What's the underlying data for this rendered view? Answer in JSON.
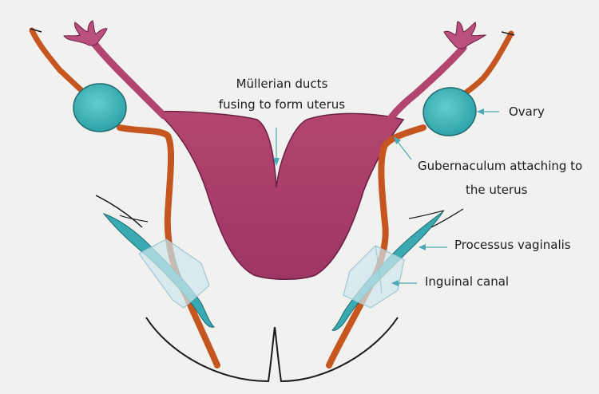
{
  "labels": {
    "mullerian_line1": "Müllerian ducts",
    "mullerian_line2": "fusing to form uterus",
    "ovary": "Ovary",
    "gubernaculum_line1": "Gubernaculum attaching to",
    "gubernaculum_line2": "the uterus",
    "processus": "Processus vaginalis",
    "inguinal": "Inguinal canal"
  },
  "colors": {
    "uterus": "#a93a6a",
    "ovary": "#3fb7b9",
    "gubernaculum": "#c6561f",
    "processus": "#3aaab2",
    "canal": "#cfe7ee",
    "arrow": "#4aa9b4",
    "outline": "#1a1a1a",
    "background": "#f1f1ef"
  }
}
